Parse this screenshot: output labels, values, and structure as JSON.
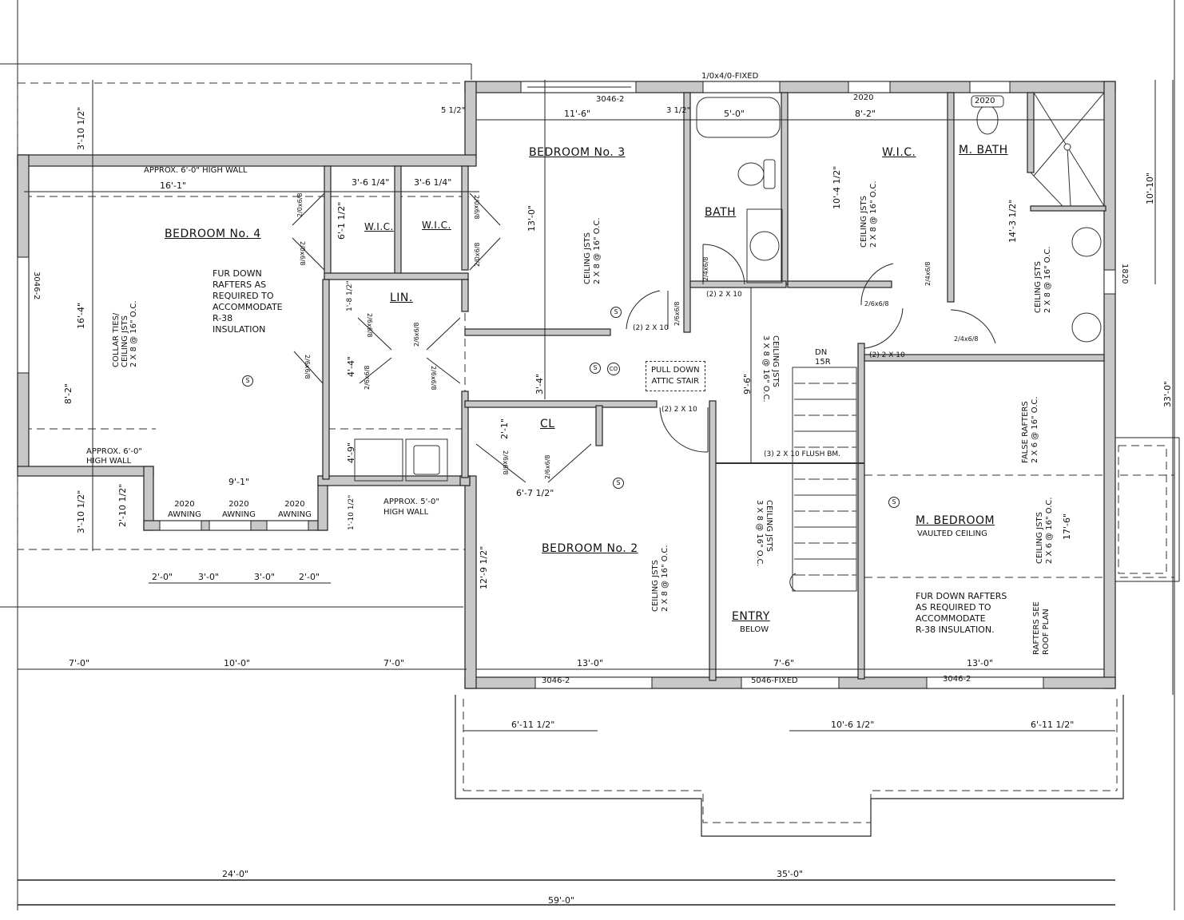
{
  "plan": {
    "rooms": {
      "bedroom4": "BEDROOM No. 4",
      "bedroom3": "BEDROOM No. 3",
      "bedroom2": "BEDROOM No. 2",
      "m_bedroom": "M. BEDROOM",
      "m_bedroom_sub": "VAULTED CEILING",
      "bath": "BATH",
      "m_bath": "M. BATH",
      "wic_left": "W.I.C.",
      "wic_middle": "W.I.C.",
      "wic_master": "W.I.C.",
      "linen": "LIN.",
      "closet": "CL",
      "entry": "ENTRY",
      "entry_sub": "BELOW"
    },
    "notes": {
      "high_wall_6_top": "APPROX. 6'-0\" HIGH WALL",
      "high_wall_6_bottom": "APPROX. 6'-0\"\nHIGH WALL",
      "high_wall_5": "APPROX. 5'-0\"\nHIGH WALL",
      "fur_down_left": "FUR DOWN\nRAFTERS AS\nREQUIRED TO\nACCOMMODATE\nR-38\nINSULATION",
      "fur_down_right": "FUR DOWN RAFTERS\nAS REQUIRED TO\nACCOMMODATE\nR-38 INSULATION.",
      "attic_stair": "PULL DOWN\nATTIC STAIR",
      "stair_dn": "DN\n15R",
      "flush_beam": "(3) 2 X 10  FLUSH BM.",
      "header_2x10_a": "(2) 2 X 10",
      "header_2x10_b": "(2) 2 X 10",
      "header_2x10_c": "(2) 2 X 10",
      "header_2x10_d": "(2) 2 X 10"
    },
    "framing": {
      "bedroom4": "COLLAR TIES/\nCEILING JSTS\n2 X 8 @ 16\" O.C.",
      "bedroom3": "CEILING JSTS\n2 X 8 @ 16\" O.C.",
      "bedroom2": "CEILING JSTS\n2 X 8 @ 16\" O.C.",
      "wic_master": "CEILING JSTS\n2 X 8 @ 16\" O.C.",
      "m_bath": "CEILING JSTS\n2 X 8 @ 16\" O.C.",
      "hall": "CEILING JSTS\n3 X 8 @ 16\" O.C.",
      "entry": "CEILING JSTS\n3 X 8 @ 16\" O.C.",
      "m_bed_false": "FALSE RAFTERS\n2 X 6 @ 16\" O.C.",
      "m_bed_ceiling": "CEILING JSTS\n2 X 6 @ 16\" O.C.",
      "m_bed_rafters": "RAFTERS SEE\nROOF PLAN"
    },
    "windows": {
      "bed3": "3046-2",
      "bath": "1/0x4/0-FIXED",
      "wic": "2020",
      "mbath": "2020",
      "mbath_side": "1820",
      "bed4_side": "3046-2",
      "awning1": "2020\nAWNING",
      "awning2": "2020\nAWNING",
      "awning3": "2020\nAWNING",
      "bed2": "3046-2",
      "entry": "5046-FIXED",
      "mbed": "3046-2"
    },
    "doors": {
      "d1": "2/0x6/8",
      "d2": "2/0x6/8",
      "d3": "2/0x6/8",
      "d4": "2/0x6/8",
      "d5": "2/6x6/8",
      "d6": "2/6x6/8",
      "d7": "2/6x6/8",
      "d8": "2/6x6/8",
      "d9": "2/6x6/8",
      "d10": "2/6x6/8",
      "d11": "2/6x6/8",
      "d12": "2/6x6/8",
      "d13": "2/4x6/8",
      "d14": "2/4x6/8",
      "d15": "2/4x6/8",
      "d16": "2/6x6/8"
    },
    "dimensions": {
      "top_11_6": "11'-6\"",
      "top_5_0": "5'-0\"",
      "top_8_2": "8'-2\"",
      "top_16_1": "16'-1\"",
      "wic_a": "3'-6 1/4\"",
      "wic_b": "3'-6 1/4\"",
      "bed4_16_4": "16'-4\"",
      "bed4_8_2": "8'-2\"",
      "bed4_3_10_top": "3'-10 1/2\"",
      "bed4_3_10_bottom": "3'-10 1/2\"",
      "bed4_2_10": "2'-10 1/2\"",
      "bed4_9_1": "9'-1\"",
      "bed3_13_0": "13'-0\"",
      "wic_6_1": "6'-1 1/2\"",
      "lin_1_8": "1'-8 1/2\"",
      "hall_4_4": "4'-4\"",
      "laundry_4_9": "4'-9\"",
      "low_1_10": "1'-10 1/2\"",
      "hall_3_4": "3'-4\"",
      "cl_2_1": "2'-1\"",
      "cl_6_7": "6'-7 1/2\"",
      "bed2_12_9": "12'-9 1/2\"",
      "stair_9_6": "9'-6\"",
      "mwic_10_4": "10'-4 1/2\"",
      "mbath_14_3": "14'-3 1/2\"",
      "right_10_10": "10'-10\"",
      "right_33_0": "33'-0\"",
      "mbed_17_6": "17'-6\"",
      "aw_2a": "2'-0\"",
      "aw_3a": "3'-0\"",
      "aw_3b": "3'-0\"",
      "aw_2b": "2'-0\"",
      "bot_7a": "7'-0\"",
      "bot_10": "10'-0\"",
      "bot_7b": "7'-0\"",
      "bot_13a": "13'-0\"",
      "bot_7_6": "7'-6\"",
      "bot_13b": "13'-0\"",
      "porch_6a": "6'-11 1/2\"",
      "porch_10_6": "10'-6 1/2\"",
      "porch_6b": "6'-11 1/2\"",
      "total_24": "24'-0\"",
      "total_35": "35'-0\"",
      "total_59": "59'-0\"",
      "w5h": "5 1/2\"",
      "w3h": "3 1/2\""
    },
    "symbols": {
      "smoke": "S",
      "co": "CO"
    }
  }
}
